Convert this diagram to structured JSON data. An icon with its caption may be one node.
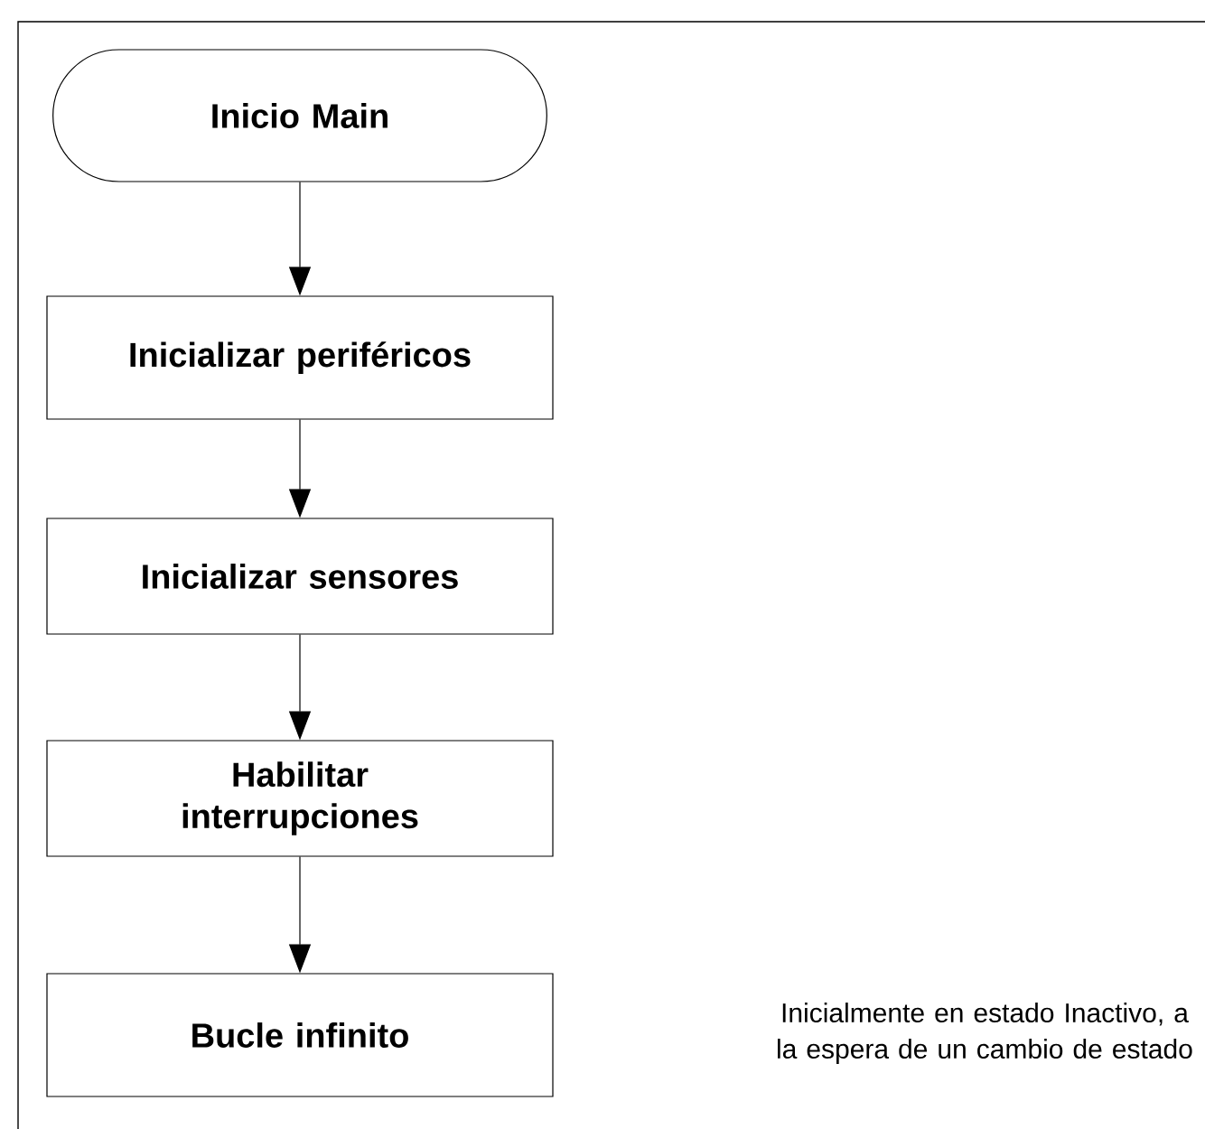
{
  "diagram": {
    "nodes": [
      {
        "text": [
          "Inicio Main"
        ]
      },
      {
        "text": [
          "Inicializar periféricos"
        ]
      },
      {
        "text": [
          "Inicializar sensores"
        ]
      },
      {
        "text": [
          "Habilitar interrupciones"
        ]
      },
      {
        "text": [
          "Bucle infinito"
        ]
      }
    ],
    "labels": [
      "Inicialmente en estado Inactivo, a la espera de un cambio de estado"
    ],
    "edges": [
      {
        "from": 0,
        "to": 1,
        "arrow": "to"
      },
      {
        "from": 1,
        "to": 2,
        "arrow": "to"
      },
      {
        "from": 2,
        "to": 3,
        "arrow": "to"
      },
      {
        "from": 3,
        "to": 4,
        "arrow": "to"
      }
    ]
  }
}
